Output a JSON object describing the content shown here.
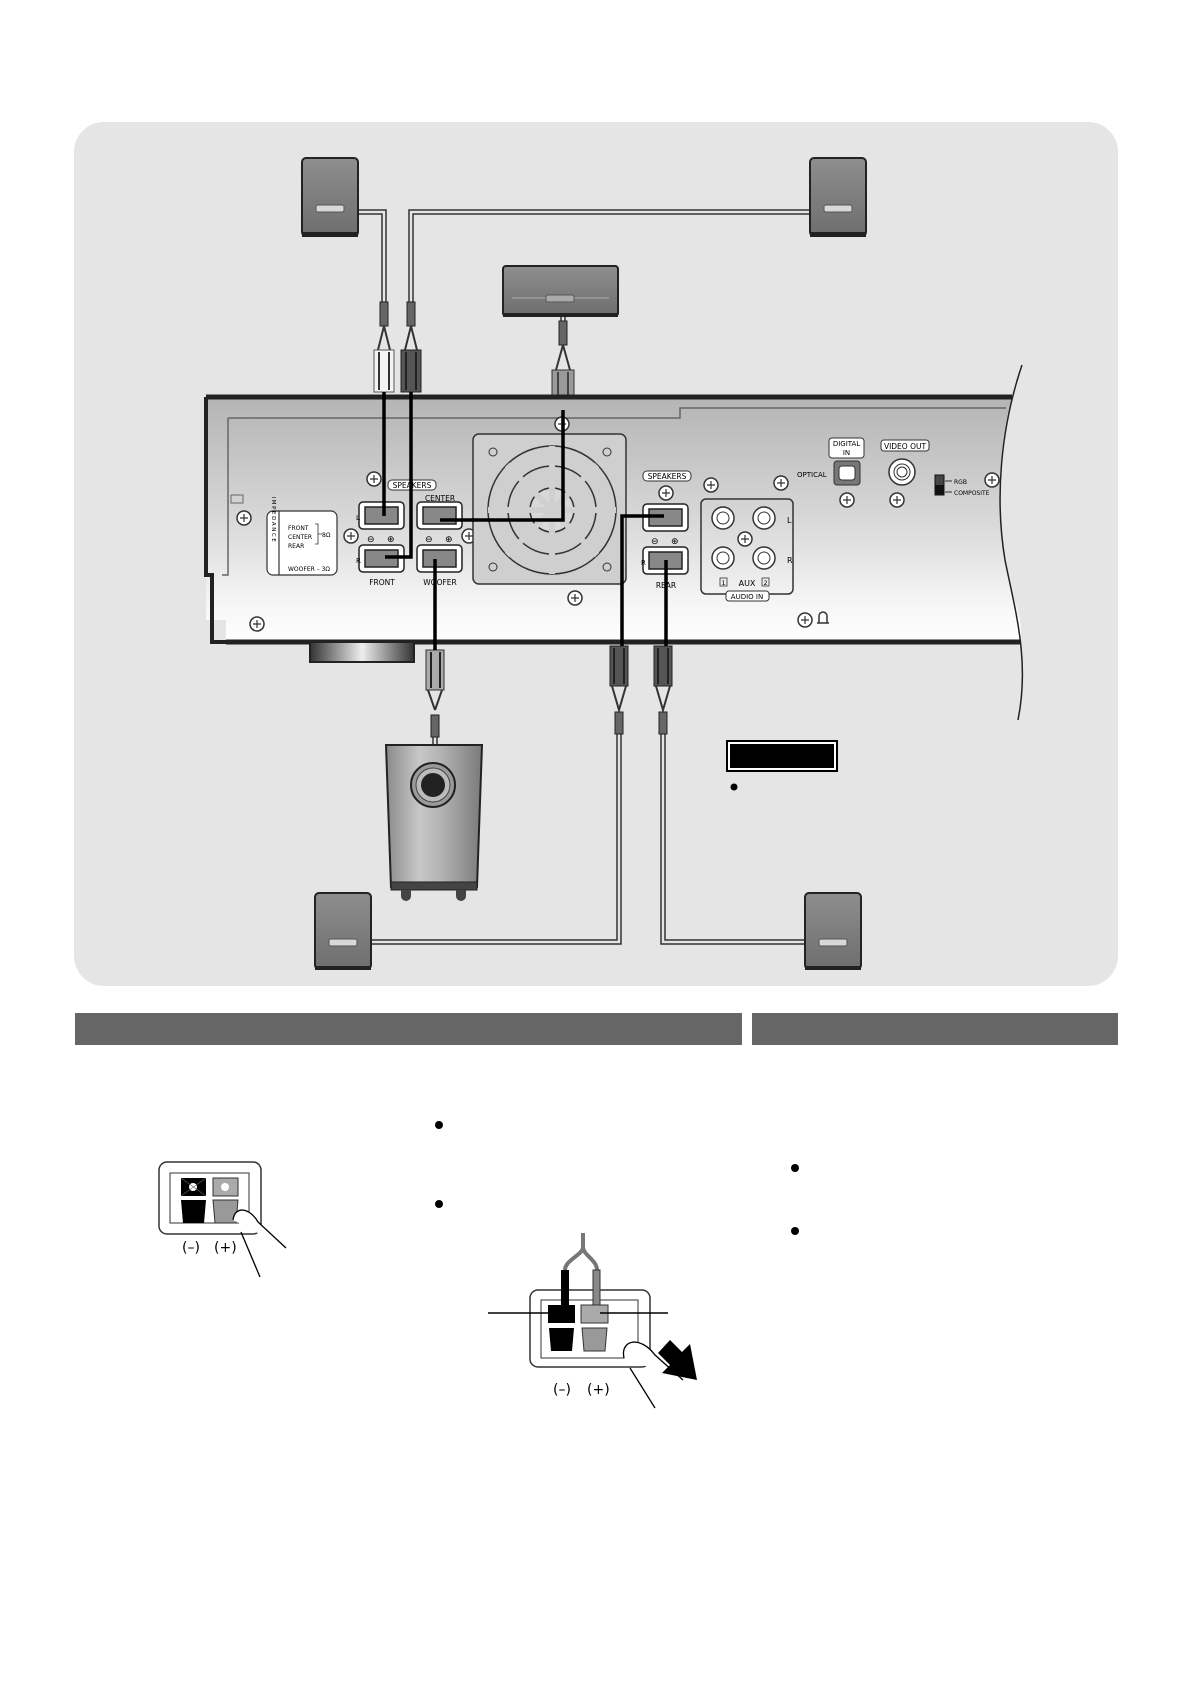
{
  "diagram": {
    "title": "Speaker connection diagram",
    "panel_color": "#e5e5e5",
    "speakers": [
      {
        "id": "front-left",
        "label": ""
      },
      {
        "id": "front-right",
        "label": ""
      },
      {
        "id": "center",
        "label": ""
      },
      {
        "id": "subwoofer",
        "label": ""
      },
      {
        "id": "rear-left",
        "label": ""
      },
      {
        "id": "rear-right",
        "label": ""
      }
    ],
    "receiver": {
      "speakers_label_left": "SPEAKERS",
      "speakers_label_right": "SPEAKERS",
      "center_label": "CENTER",
      "front_label": "FRONT",
      "woofer_label": "WOOFER",
      "rear_label": "REAR",
      "channel_l": "L",
      "channel_r": "R",
      "minus_symbol": "⊖",
      "plus_symbol": "⊕",
      "impedance": {
        "vertical_label": "IMPEDANCE",
        "lines": [
          "FRONT",
          "CENTER",
          "REAR"
        ],
        "group_value": "8Ω",
        "woofer_line": "WOOFER – 3Ω"
      },
      "digital_in_line1": "DIGITAL",
      "digital_in_line2": "IN",
      "optical_label": "OPTICAL",
      "video_out_label": "VIDEO OUT",
      "switch_rgb": "RGB",
      "switch_composite": "COMPOSITE",
      "aux_label": "AUX",
      "aux_1": "1",
      "aux_2": "2",
      "aux_l": "L",
      "aux_r": "R",
      "audio_in_label": "AUDIO IN"
    },
    "note_box_label": ""
  },
  "sections": {
    "left_header": "",
    "right_header": "",
    "header_color": "#666666"
  },
  "illustrations": {
    "terminal_press": {
      "minus": "(–)",
      "plus": "(+)"
    },
    "terminal_insert": {
      "minus": "(–)",
      "plus": "(+)"
    }
  }
}
